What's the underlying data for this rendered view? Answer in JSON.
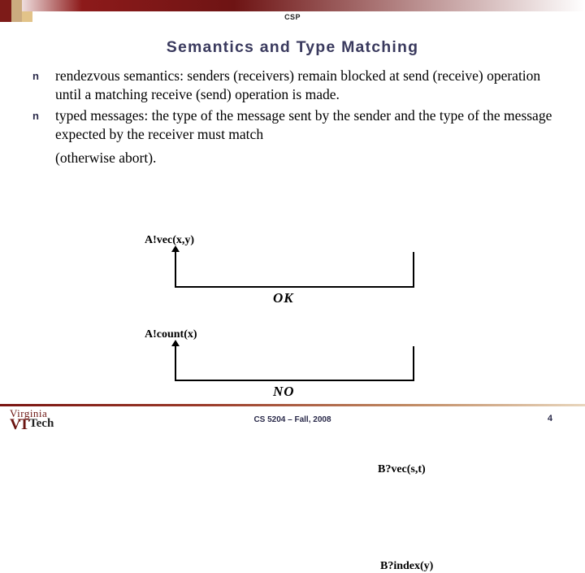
{
  "header": {
    "tag": "CSP",
    "title": "Semantics and Type Matching"
  },
  "bullets": [
    {
      "marker": "n",
      "text": "rendezvous semantics: senders (receivers) remain blocked at send (receive) operation until a matching receive (send) operation is made."
    },
    {
      "marker": "n",
      "text": "typed messages: the type of the message sent by the sender and the type of the message expected by the receiver must match"
    }
  ],
  "bullet_sub": "(otherwise abort).",
  "diagram": {
    "pair_ok": {
      "left_label": "A!vec(x,y)",
      "right_label": "B?vec(s,t)",
      "verdict": "OK"
    },
    "pair_no": {
      "left_label": "A!count(x)",
      "right_label": "B?index(y)",
      "verdict": "NO"
    }
  },
  "footer": {
    "center": "CS 5204 – Fall, 2008",
    "page": "4",
    "logo_top": "Virginia",
    "logo_mark": "VT",
    "logo_tech": "Tech"
  },
  "colors": {
    "accent_maroon": "#7d1b18",
    "accent_tan": "#cbab7f",
    "title_navy": "#3a3a5e"
  }
}
